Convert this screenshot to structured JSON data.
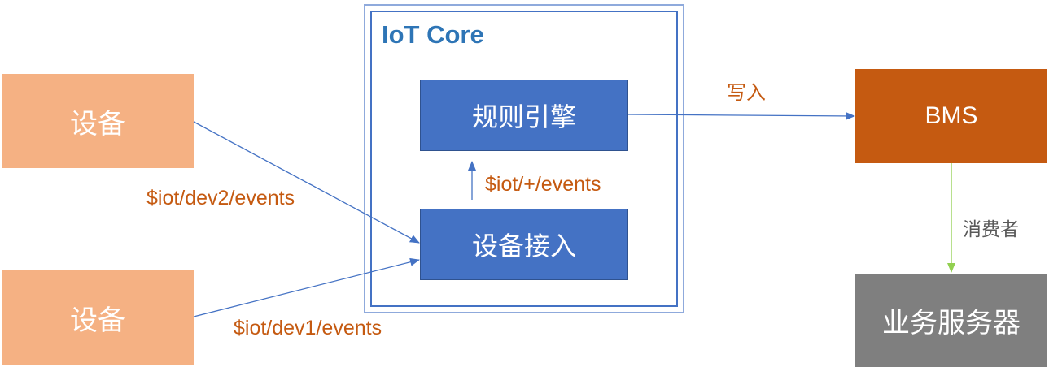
{
  "iot_core": {
    "title": "IoT Core"
  },
  "nodes": {
    "device_top": "设备",
    "device_bottom": "设备",
    "rule_engine": "规则引擎",
    "device_access": "设备接入",
    "bms": "BMS",
    "business_server": "业务服务器"
  },
  "edges": {
    "device2_topic": "$iot/dev2/events",
    "device1_topic": "$iot/dev1/events",
    "wildcard_topic": "$iot/+/events",
    "write": "写入",
    "consumer": "消费者"
  },
  "colors": {
    "device": "#f5b183",
    "blue_box": "#4472c4",
    "bms": "#c55a11",
    "business_server": "#7f7f7f",
    "topic_label": "#c55a11",
    "arrow_blue": "#4472c4",
    "arrow_green": "#92d050"
  }
}
